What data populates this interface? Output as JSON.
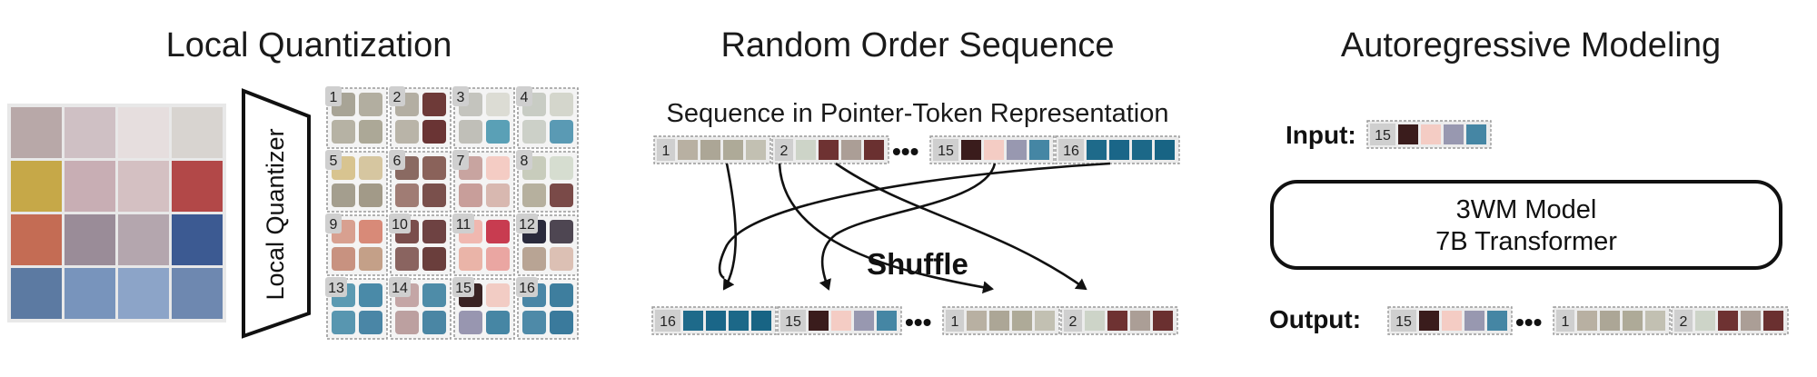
{
  "titles": {
    "local_quantization": "Local Quantization",
    "random_order": "Random Order Sequence",
    "autoregressive": "Autoregressive Modeling"
  },
  "quantizer_label": "Local Quantizer",
  "sequence_label": "Sequence in Pointer-Token Representation",
  "shuffle_label": "Shuffle",
  "ellipsis": "•••",
  "input_label": "Input:",
  "output_label": "Output:",
  "model": {
    "line1": "3WM Model",
    "line2": "7B Transformer"
  },
  "patch_numbers": [
    "1",
    "2",
    "3",
    "4",
    "5",
    "6",
    "7",
    "8",
    "9",
    "10",
    "11",
    "12",
    "13",
    "14",
    "15",
    "16"
  ],
  "patch_colors": [
    [
      "#a8a496",
      "#b2aea0",
      "#b6b2a4",
      "#aca897"
    ],
    [
      "#b3aea2",
      "#6e3a38",
      "#b9b4a8",
      "#6a3434"
    ],
    [
      "#c4c4be",
      "#dcdcd4",
      "#c0bfb8",
      "#5aa0b6"
    ],
    [
      "#c8ccc4",
      "#d4d6cc",
      "#ccd0c8",
      "#5a9ab4"
    ],
    [
      "#d8c490",
      "#d6c6a0",
      "#a49e8e",
      "#a29a88"
    ],
    [
      "#8a6a62",
      "#8a625a",
      "#a07c74",
      "#7a504c"
    ],
    [
      "#c8a4a0",
      "#f4ccc4",
      "#c89e9a",
      "#d8b8b0"
    ],
    [
      "#c8ccbc",
      "#d6ddd0",
      "#b6b09e",
      "#7a4a48"
    ],
    [
      "#d8a090",
      "#d88a78",
      "#c89280",
      "#c4a088"
    ],
    [
      "#7a4e4c",
      "#6e4242",
      "#8a6460",
      "#6a3e3c"
    ],
    [
      "#f0b8b0",
      "#c83c50",
      "#eab4a8",
      "#eaa6a2"
    ],
    [
      "#2a2a3c",
      "#4e4652",
      "#b8a494",
      "#dcc0b4"
    ],
    [
      "#5c9ab2",
      "#4a8aa8",
      "#5896b0",
      "#4a86a6"
    ],
    [
      "#c4a6a6",
      "#4e8ca8",
      "#bca0a0",
      "#4a86a4"
    ],
    [
      "#3a2424",
      "#f2ccc4",
      "#9896b0",
      "#4686a4"
    ],
    [
      "#4a86a6",
      "#3e7e9e",
      "#4e8aa8",
      "#3a7a9c"
    ]
  ],
  "sequence_top": [
    {
      "num": "1",
      "colors": [
        "#b8b0a2",
        "#aca696",
        "#aeaa98",
        "#c2c0b2"
      ]
    },
    {
      "num": "2",
      "colors": [
        "#cdd4c8",
        "#6e3232",
        "#ab9e96",
        "#6a3030"
      ]
    },
    {
      "num": "15",
      "colors": [
        "#3a1c1c",
        "#f4ccc4",
        "#9898b0",
        "#4586a4"
      ]
    },
    {
      "num": "16",
      "colors": [
        "#1e6a8a",
        "#1a6688",
        "#1c6888",
        "#186484"
      ]
    }
  ],
  "sequence_bottom": [
    {
      "num": "16",
      "colors": [
        "#1e6a8a",
        "#1a6688",
        "#1c6888",
        "#186484"
      ]
    },
    {
      "num": "15",
      "colors": [
        "#3a1c1c",
        "#f4ccc4",
        "#9898b0",
        "#4586a4"
      ]
    },
    {
      "num": "1",
      "colors": [
        "#b8b0a2",
        "#aca696",
        "#aeaa98",
        "#c2c0b2"
      ]
    },
    {
      "num": "2",
      "colors": [
        "#cdd4c8",
        "#6e3232",
        "#ab9e96",
        "#6a3030"
      ]
    }
  ],
  "input_token": {
    "num": "15",
    "colors": [
      "#3a1c1c",
      "#f4ccc4",
      "#9898b0",
      "#4586a4"
    ]
  },
  "output_tokens": [
    {
      "num": "15",
      "colors": [
        "#3a1c1c",
        "#f4ccc4",
        "#9898b0",
        "#4586a4"
      ]
    },
    {
      "num": "1",
      "colors": [
        "#b8b0a2",
        "#aca696",
        "#aeaa98",
        "#c2c0b2"
      ]
    },
    {
      "num": "2",
      "colors": [
        "#cdd4c8",
        "#6e3232",
        "#ab9e96",
        "#6a3030"
      ]
    }
  ],
  "photo_colors": [
    [
      "#b8a8a8",
      "#cfc0c4",
      "#e6dede",
      "#d8d4d0"
    ],
    [
      "#c6a848",
      "#c8aeb4",
      "#d4c0c2",
      "#b24848"
    ],
    [
      "#c46c54",
      "#9a8c98",
      "#b4a6ae",
      "#3c5a92"
    ],
    [
      "#5c7aa2",
      "#7894bc",
      "#8ca4c8",
      "#6e88b0"
    ]
  ]
}
